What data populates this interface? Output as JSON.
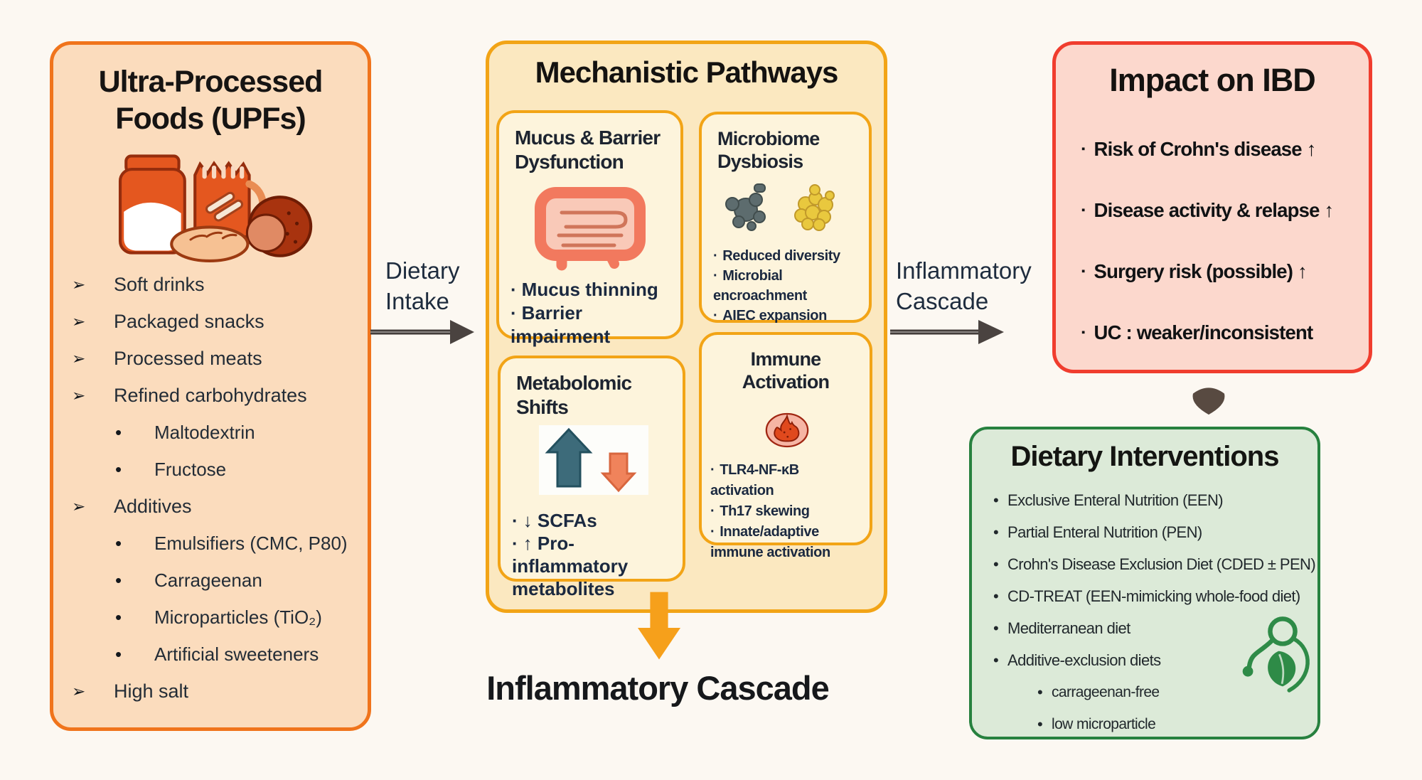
{
  "glyphs": {
    "arrow_bullet": "➢",
    "dot_bullet": "•",
    "mid_dot": "·",
    "square_bullet": "▪"
  },
  "colors": {
    "left_border": "#f0741c",
    "left_fill": "#fbdcbd",
    "mid_border": "#f2a416",
    "mid_fill": "#fbe8c0",
    "mid_box_fill": "#fdf4dc",
    "impact_border": "#f03d2e",
    "impact_fill": "#fcd8cd",
    "green_border": "#27813f",
    "green_fill": "#dcead8",
    "arrow_dark": "#433d3a",
    "arrow_amber": "#f6a01b",
    "pointer_dark": "#584a41"
  },
  "upf_panel": {
    "title": "Ultra-Processed Foods (UPFs)",
    "items": [
      "Soft drinks",
      "Packaged snacks",
      "Processed meats",
      "Refined carbohydrates",
      "Maltodextrin",
      "Fructose",
      "Additives",
      "Emulsifiers (CMC, P80)",
      "Carrageenan",
      "Microparticles (TiO₂)",
      "Artificial sweeteners",
      "High salt"
    ]
  },
  "flow": {
    "dietary_intake_label": "Dietary Intake",
    "inflammatory_cascade_arrow_label": "Inflammatory Cascade",
    "inflammatory_cascade_caption": "Inflammatory Cascade"
  },
  "mechanistic": {
    "title": "Mechanistic Pathways",
    "mucus_box": {
      "title": "Mucus & Barrier Dysfunction",
      "points": [
        "Mucus thinning",
        "Barrier impairment"
      ]
    },
    "microbiome_box": {
      "title": "Microbiome Dysbiosis",
      "points": [
        "Reduced diversity",
        "Microbial encroachment",
        "AIEC expansion"
      ]
    },
    "metabolomic_box": {
      "title": "Metabolomic Shifts",
      "points": [
        "↓ SCFAs",
        "↑ Pro-inflammatory metabolites"
      ]
    },
    "immune_box": {
      "title": "Immune Activation",
      "points": [
        "TLR4-NF-κB activation",
        "Th17 skewing",
        "Innate/adaptive immune activation"
      ]
    }
  },
  "impact_panel": {
    "title": "Impact on IBD",
    "items": [
      "Risk of Crohn's disease ↑",
      "Disease activity & relapse ↑",
      "Surgery risk (possible) ↑",
      "UC : weaker/inconsistent"
    ]
  },
  "interventions_panel": {
    "title": "Dietary Interventions",
    "items": [
      "Exclusive Enteral Nutrition (EEN)",
      "Partial Enteral Nutrition (PEN)",
      "Crohn's Disease Exclusion Diet (CDED ± PEN)",
      "CD-TREAT (EEN-mimicking whole-food diet)",
      "Mediterranean diet",
      "Additive-exclusion diets"
    ],
    "sub_items": [
      "carrageenan-free",
      "low microparticle"
    ]
  },
  "icons": {
    "upf_foods_illustration": "jar, snack bag, bread loaf, processed meat",
    "intestine_icon": "inflamed colon",
    "microbes_icon": "dark and yellow microbe clusters",
    "shift_arrows_icon": "teal up arrow and orange down arrow",
    "flame_icon": "flame in pink circle",
    "stethoscope_leaf_icon": "green stethoscope with leaf",
    "right_arrow_icon": "black right arrow",
    "down_arrow_icon": "orange block down arrow",
    "down_pointer_icon": "dark rounded triangle pointer"
  }
}
